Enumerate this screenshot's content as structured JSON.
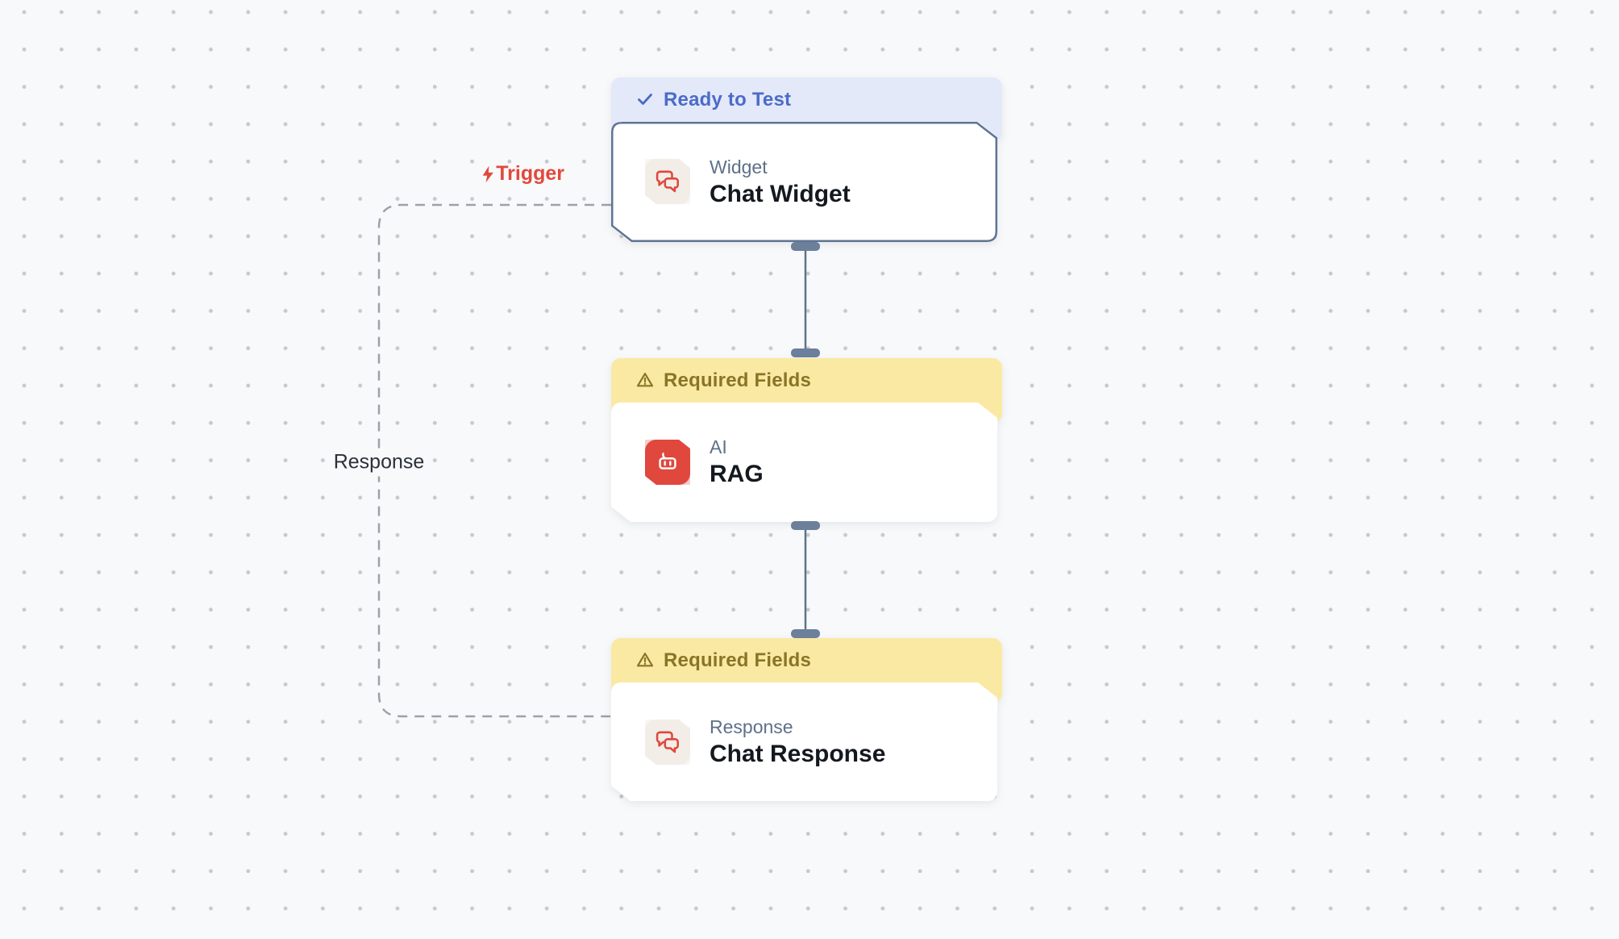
{
  "canvas": {
    "background": "#F8F9FA",
    "dot_color": "#C6C9CE"
  },
  "edges": {
    "response_edge_label": "Response",
    "trigger_badge": "Trigger"
  },
  "nodes": [
    {
      "id": "chat-widget",
      "status": {
        "label": "Ready to Test",
        "icon": "check-icon",
        "background": "#E3E9F9",
        "text_color": "#4C6BC8"
      },
      "type_label": "Widget",
      "title": "Chat Widget",
      "icon": "chat-bubbles-icon",
      "selected": true
    },
    {
      "id": "rag",
      "status": {
        "label": "Required Fields",
        "icon": "warning-icon",
        "background": "#FAE9A3",
        "text_color": "#8A7526"
      },
      "type_label": "AI",
      "title": "RAG",
      "icon": "robot-icon",
      "selected": false
    },
    {
      "id": "chat-response",
      "status": {
        "label": "Required Fields",
        "icon": "warning-icon",
        "background": "#FAE9A3",
        "text_color": "#8A7526"
      },
      "type_label": "Response",
      "title": "Chat Response",
      "icon": "chat-bubbles-icon",
      "selected": false
    }
  ],
  "colors": {
    "accent_red": "#E2483C",
    "selected_border": "#5F7494",
    "connector": "#5E7389",
    "handle": "#6C7F9B",
    "dashed_edge": "#9CA2A9",
    "node_title": "#14181F",
    "node_type_label": "#5E7188"
  }
}
